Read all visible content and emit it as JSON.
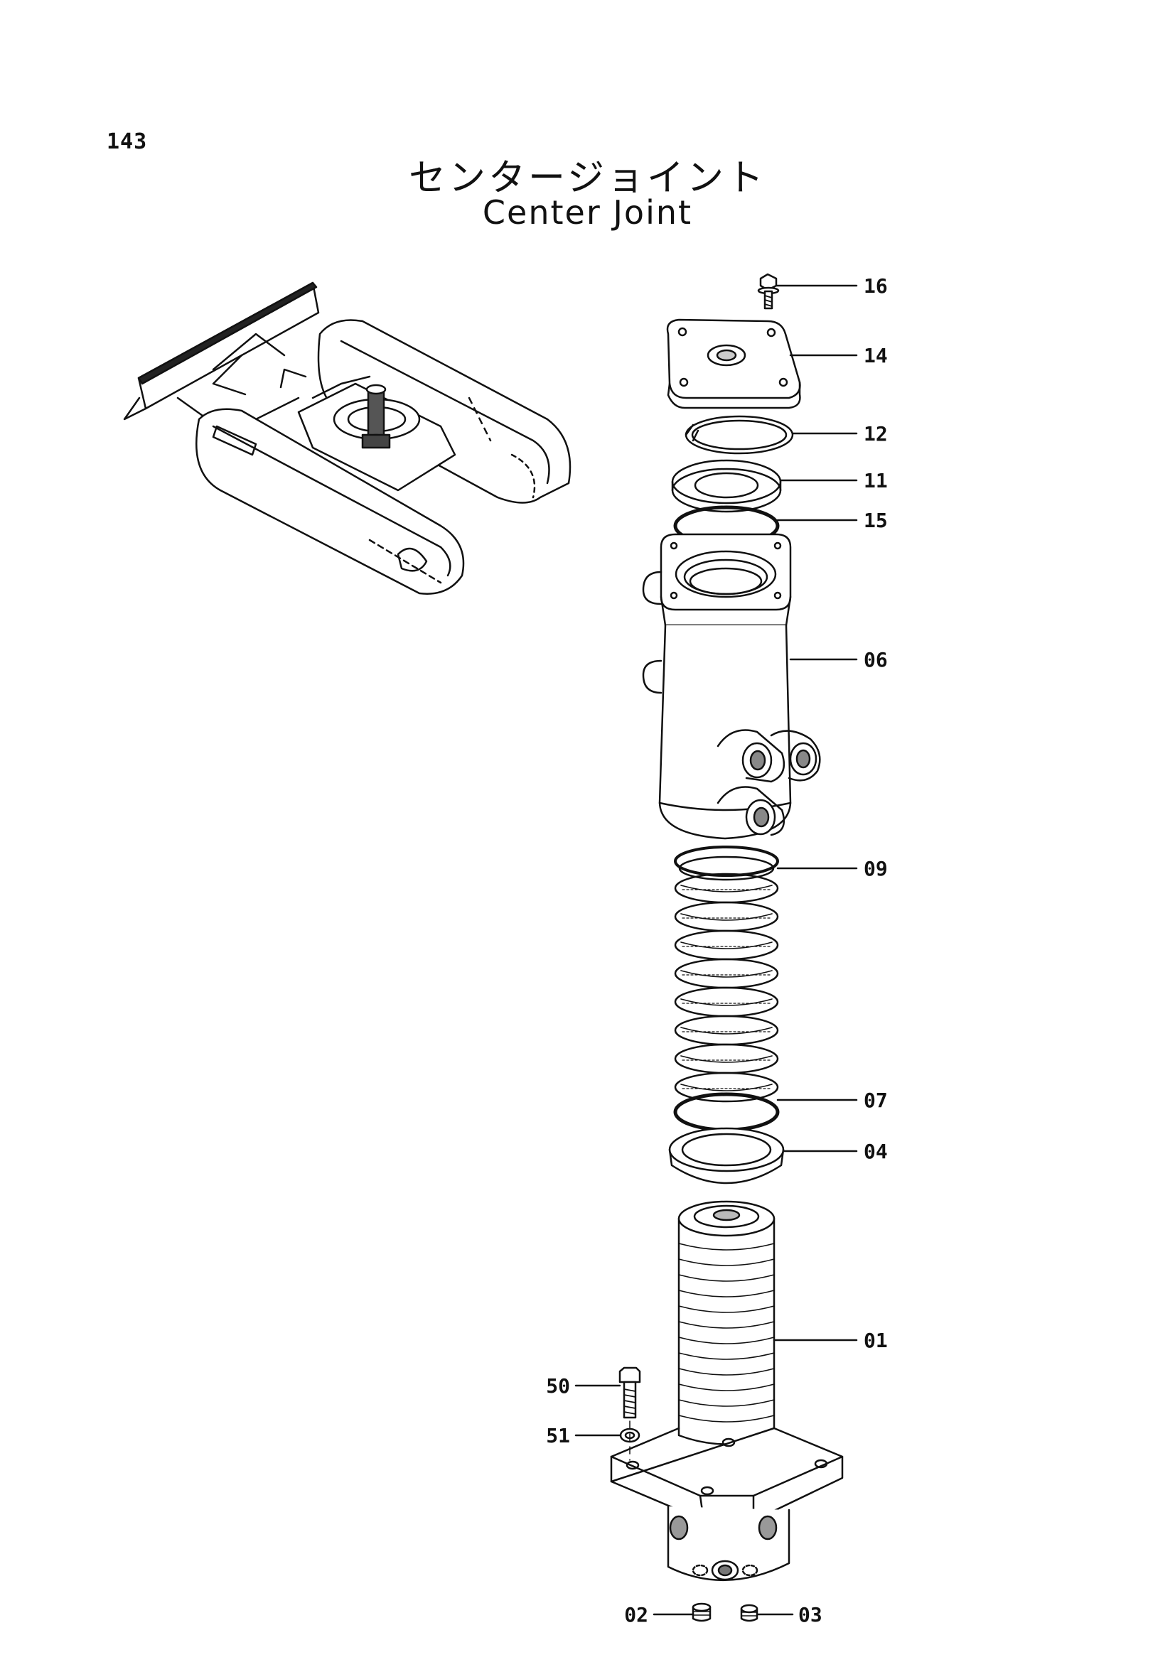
{
  "page": {
    "number": "143"
  },
  "title": {
    "japanese": "センタージョイント",
    "english": "Center Joint"
  },
  "callouts": [
    {
      "id": "16",
      "label": "16"
    },
    {
      "id": "14",
      "label": "14"
    },
    {
      "id": "12",
      "label": "12"
    },
    {
      "id": "11",
      "label": "11"
    },
    {
      "id": "15",
      "label": "15"
    },
    {
      "id": "06",
      "label": "06"
    },
    {
      "id": "09",
      "label": "09"
    },
    {
      "id": "07",
      "label": "07"
    },
    {
      "id": "04",
      "label": "04"
    },
    {
      "id": "01",
      "label": "01"
    },
    {
      "id": "50",
      "label": "50"
    },
    {
      "id": "51",
      "label": "51"
    },
    {
      "id": "02",
      "label": "02"
    },
    {
      "id": "03",
      "label": "03"
    }
  ]
}
